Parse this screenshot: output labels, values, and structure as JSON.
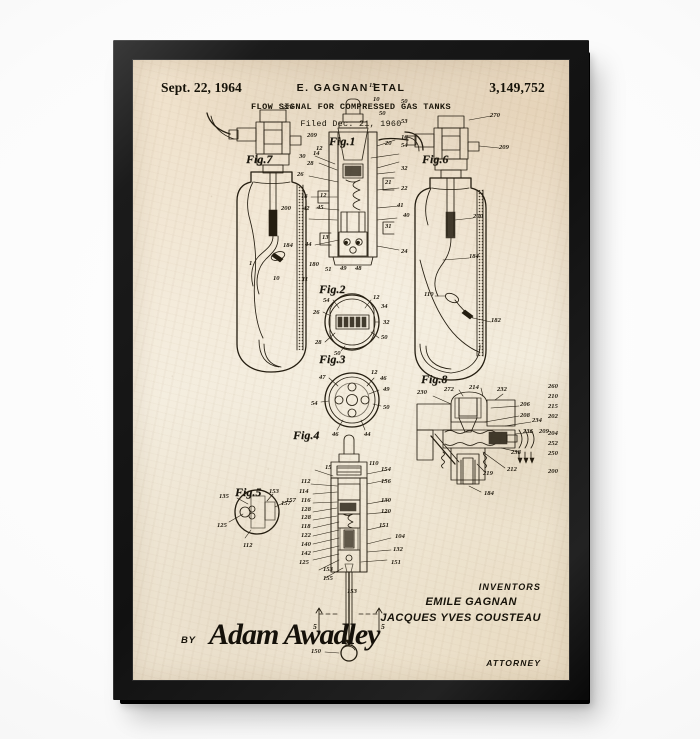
{
  "artwork": {
    "kind": "framed-patent-print",
    "frame_color": "#111111",
    "paper_color": "#f3ecdd",
    "ink_color": "#241d10"
  },
  "header": {
    "date": "Sept. 22, 1964",
    "inventor_line": "E. GAGNAN ETAL",
    "patent_number": "3,149,752",
    "title": "FLOW SIGNAL FOR COMPRESSED GAS TANKS",
    "filed": "Filed Dec. 21, 1960"
  },
  "figures": [
    {
      "id": "fig1",
      "label": "Fig.1"
    },
    {
      "id": "fig2",
      "label": "Fig.2"
    },
    {
      "id": "fig3",
      "label": "Fig.3"
    },
    {
      "id": "fig4",
      "label": "Fig.4"
    },
    {
      "id": "fig5",
      "label": "Fig.5"
    },
    {
      "id": "fig6",
      "label": "Fig.6"
    },
    {
      "id": "fig7",
      "label": "Fig.7"
    },
    {
      "id": "fig8",
      "label": "Fig.8"
    }
  ],
  "reference_numerals": {
    "fig7": [
      "270",
      "209",
      "200",
      "184",
      "180",
      "11",
      "10",
      "1"
    ],
    "fig1_left": [
      "12",
      "30",
      "14",
      "28",
      "26",
      "18",
      "12",
      "42",
      "45",
      "44",
      "13",
      "15",
      "10"
    ],
    "fig1_right": [
      "50",
      "50",
      "53",
      "16",
      "20",
      "54",
      "21",
      "32",
      "22",
      "41",
      "40",
      "31",
      "24",
      "48",
      "49",
      "51"
    ],
    "fig2": [
      "54",
      "12",
      "34",
      "26",
      "32",
      "28",
      "50",
      "50"
    ],
    "fig3": [
      "47",
      "12",
      "46",
      "49",
      "54",
      "50",
      "46",
      "44"
    ],
    "fig6": [
      "270",
      "209",
      "200",
      "184",
      "110",
      "182"
    ],
    "fig8": [
      "230",
      "272",
      "214",
      "232",
      "206",
      "208",
      "234",
      "236",
      "209",
      "238",
      "219",
      "212",
      "184"
    ],
    "fig4": [
      "15",
      "110",
      "112",
      "114",
      "116",
      "128",
      "128",
      "118",
      "122",
      "140",
      "142",
      "125",
      "153",
      "155",
      "154",
      "156",
      "130",
      "120",
      "151",
      "104",
      "132",
      "151",
      "153",
      "150",
      "157",
      "5",
      "5"
    ],
    "fig5": [
      "135",
      "153",
      "157",
      "125",
      "112"
    ],
    "fig8_column": [
      "260",
      "210",
      "215",
      "202",
      "204",
      "252",
      "250",
      "200"
    ]
  },
  "footer": {
    "inventors_heading": "INVENTORS",
    "inventor_1": "EMILE GAGNAN",
    "inventor_2": "JACQUES YVES COUSTEAU",
    "by_label": "BY",
    "signature": "Adam Awadley",
    "attorney_label": "ATTORNEY"
  }
}
